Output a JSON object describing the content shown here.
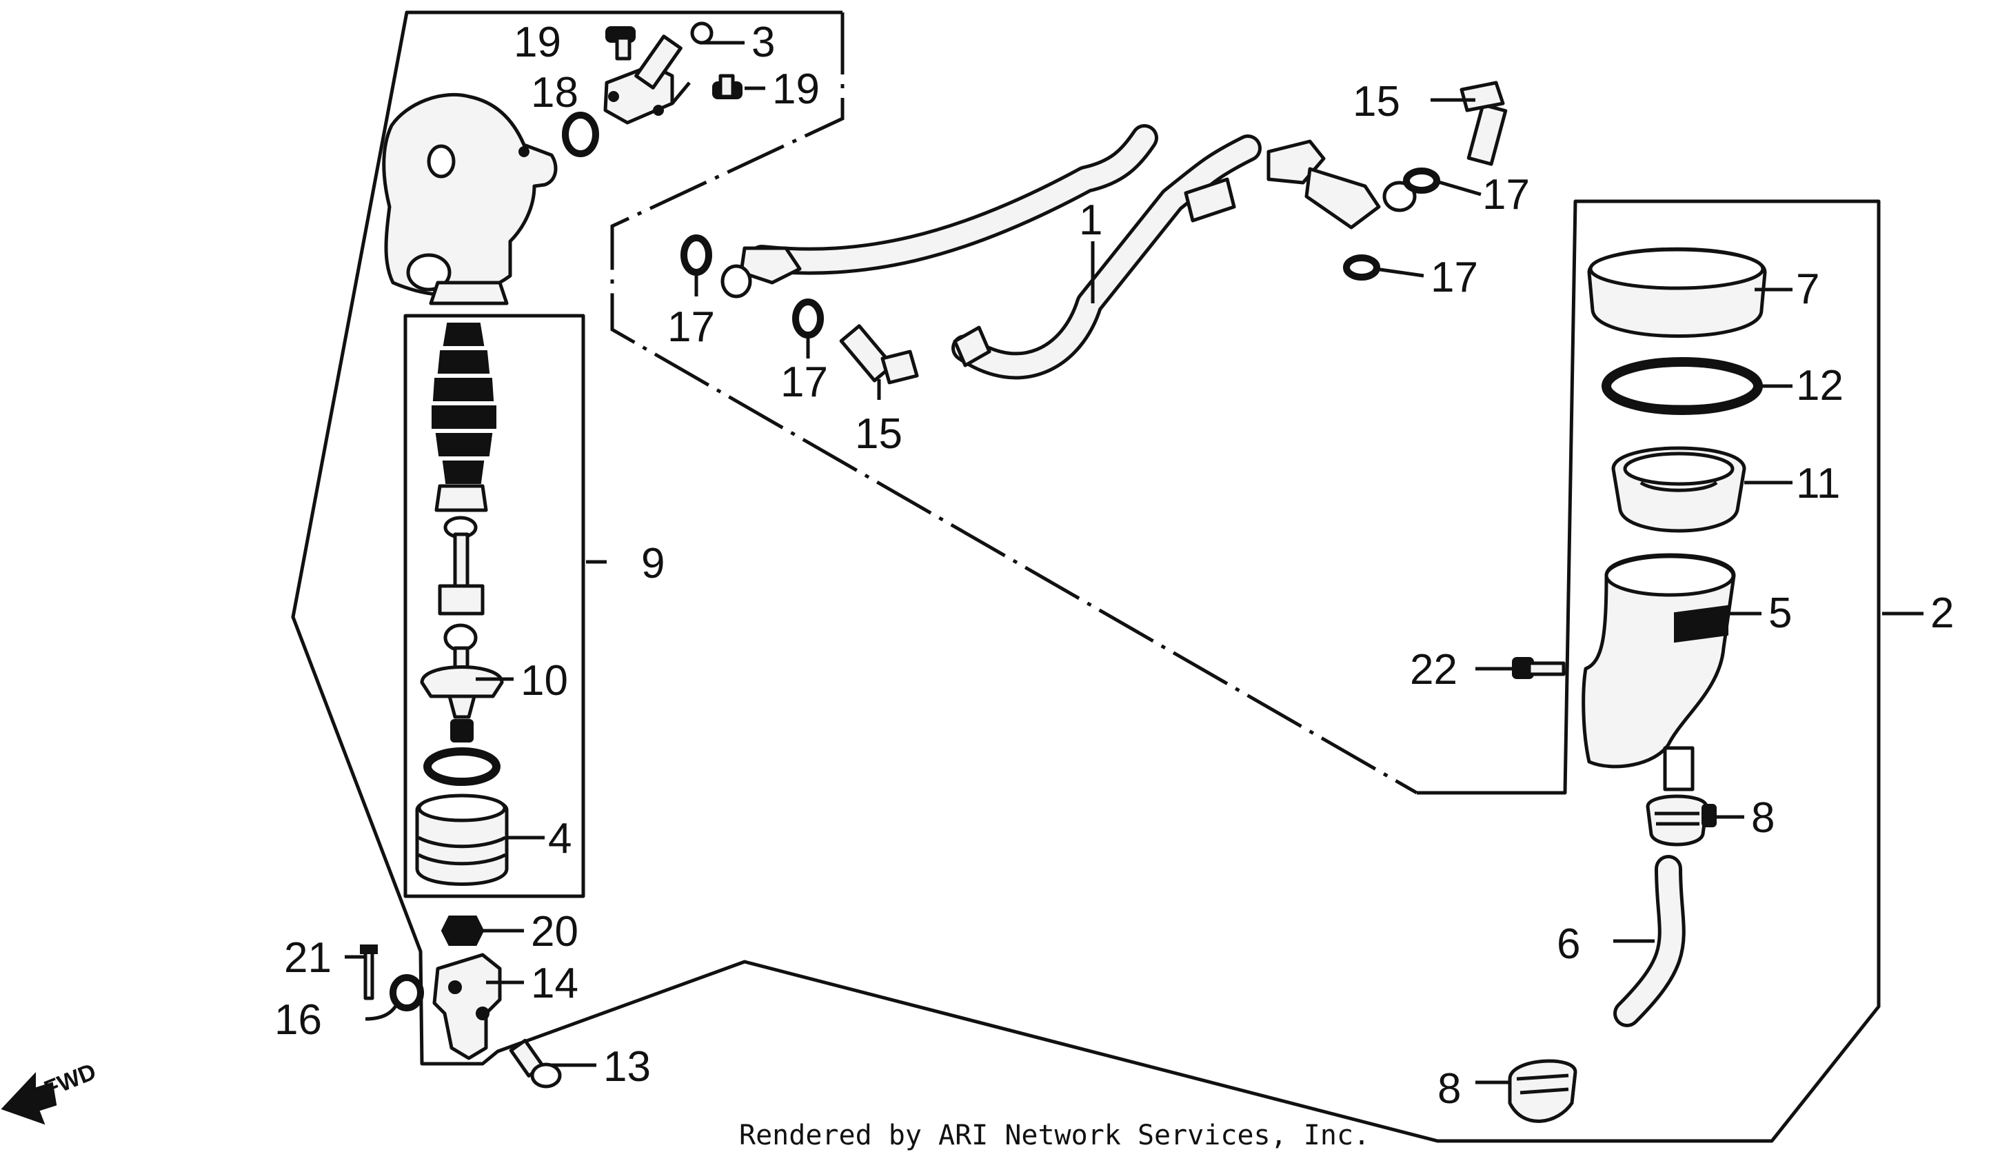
{
  "footer": {
    "credit": "Rendered by ARI Network Services, Inc."
  },
  "orientation": {
    "fwd_label": "FWD"
  },
  "callouts": {
    "n1": "1",
    "n2": "2",
    "n3": "3",
    "n4": "4",
    "n5": "5",
    "n6": "6",
    "n7": "7",
    "n8a": "8",
    "n8b": "8",
    "n9": "9",
    "n10": "10",
    "n11": "11",
    "n12": "12",
    "n13": "13",
    "n14": "14",
    "n15a": "15",
    "n15b": "15",
    "n16": "16",
    "n17a": "17",
    "n17b": "17",
    "n17c": "17",
    "n17d": "17",
    "n18": "18",
    "n19a": "19",
    "n19b": "19",
    "n20": "20",
    "n21": "21",
    "n22": "22"
  }
}
